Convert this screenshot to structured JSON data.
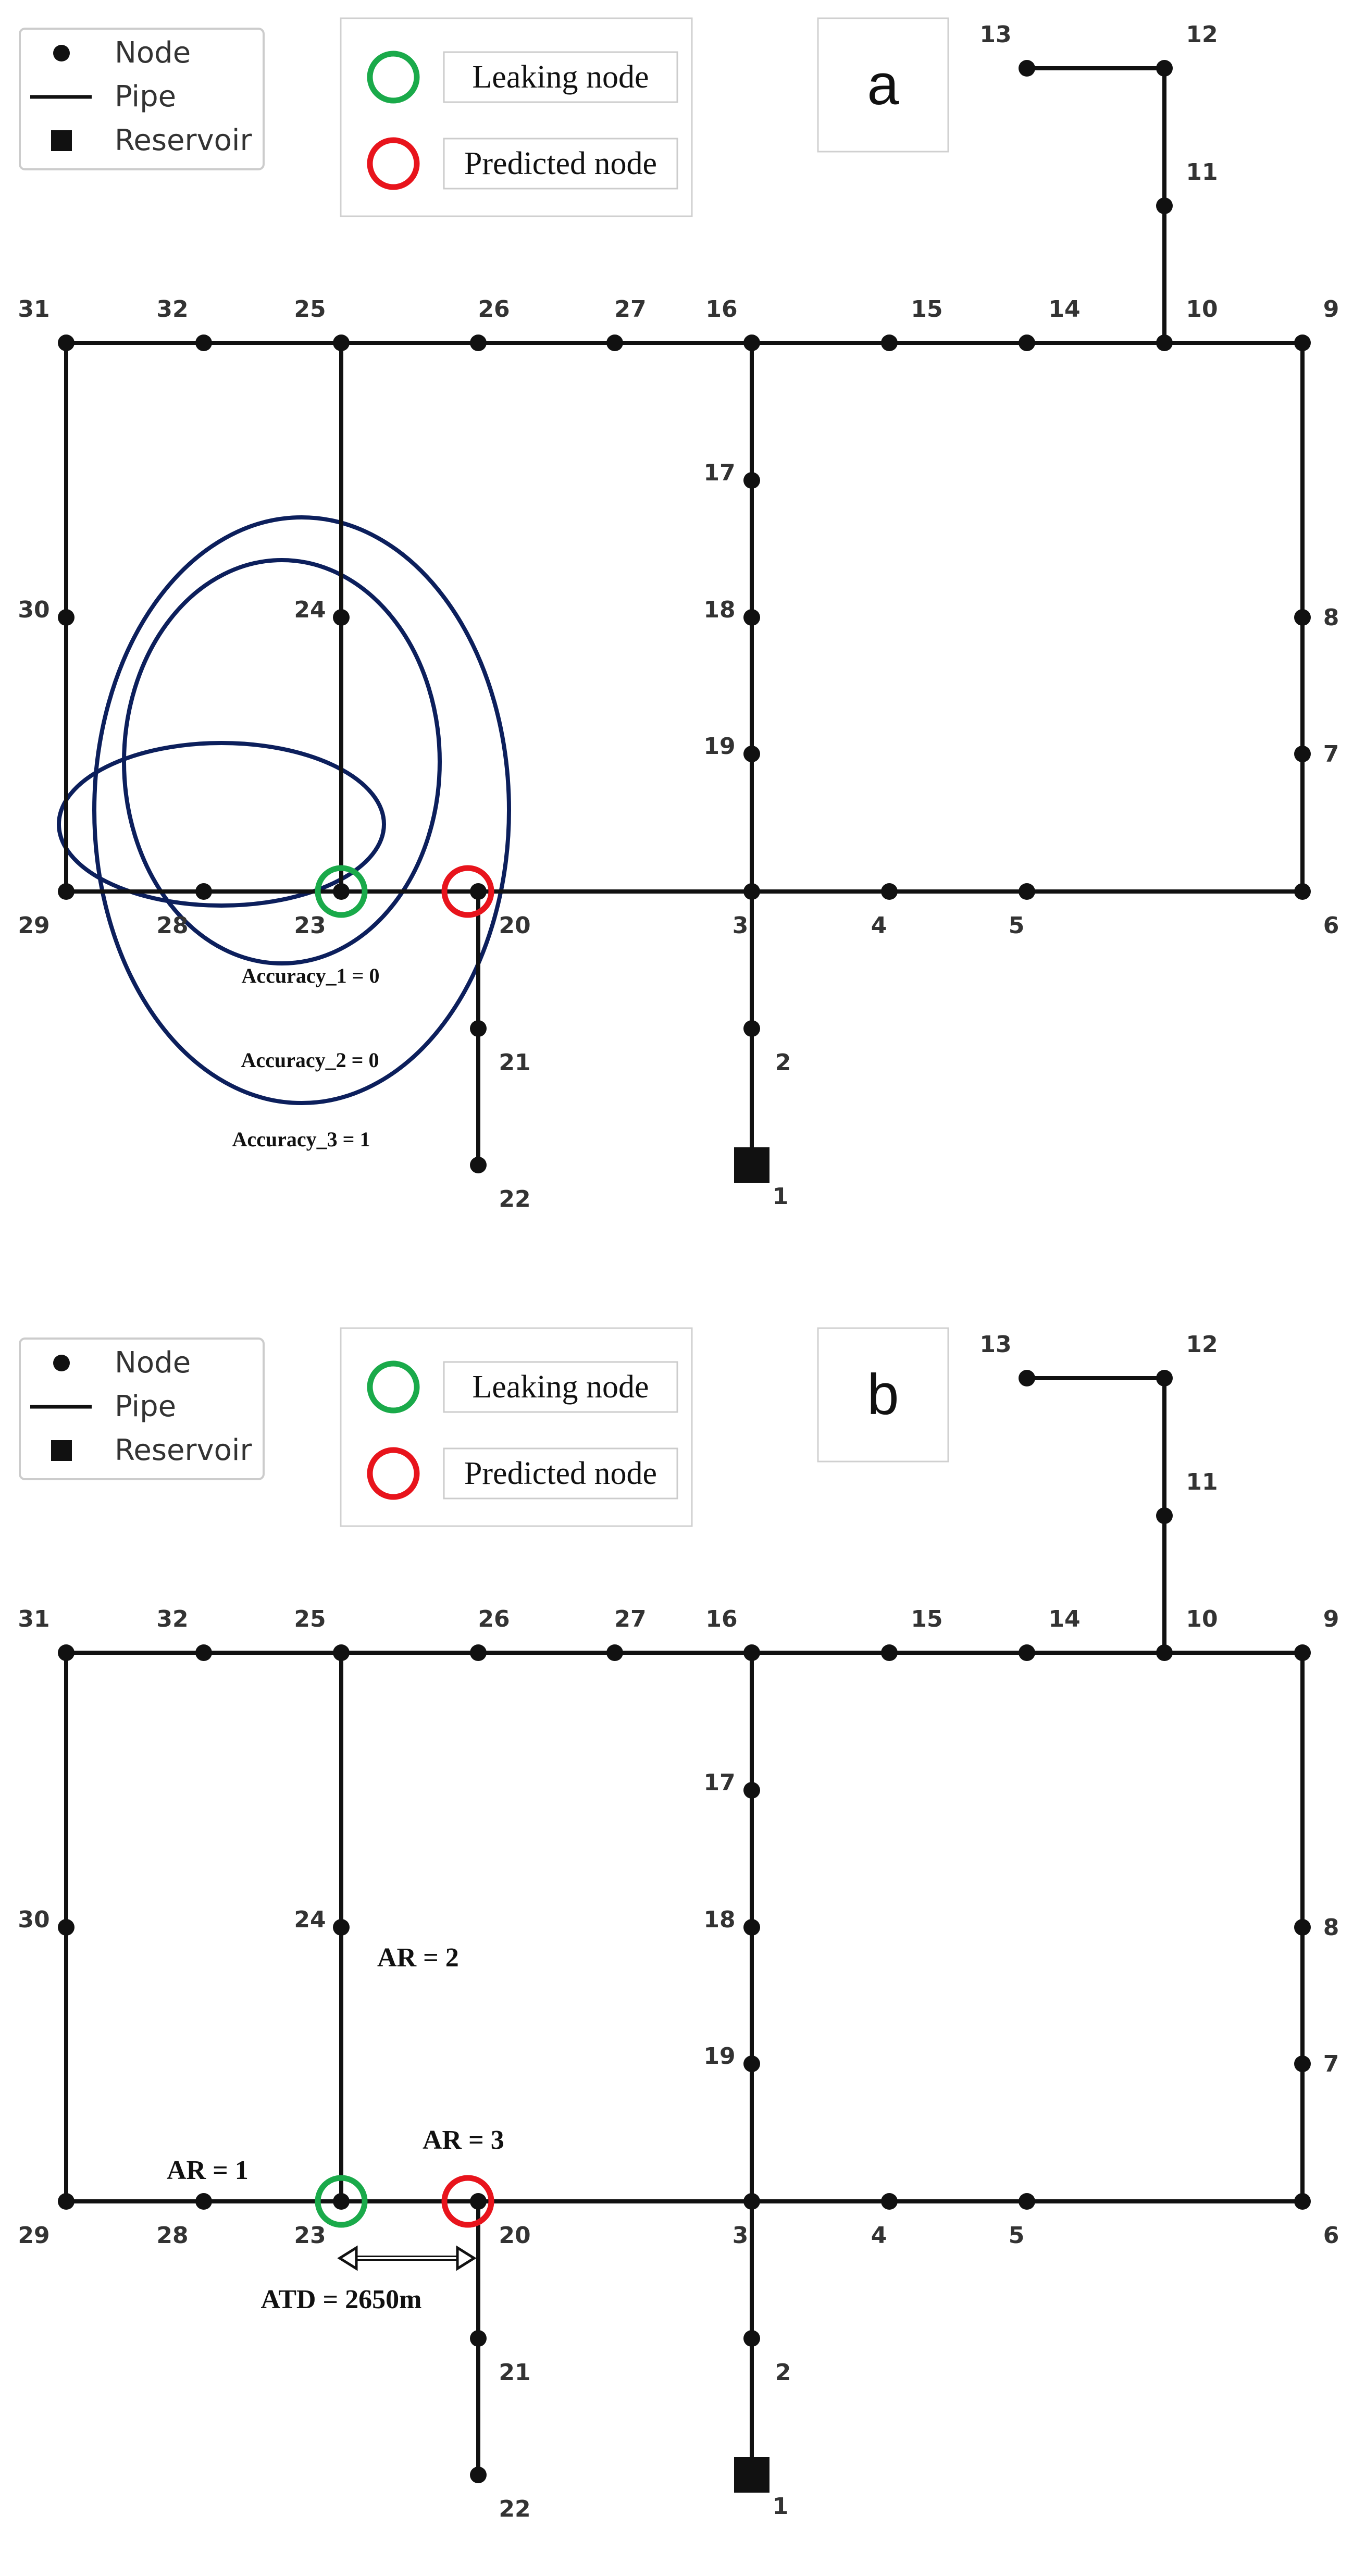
{
  "legend_network": {
    "node": "Node",
    "pipe": "Pipe",
    "reservoir": "Reservoir"
  },
  "legend_markers": {
    "leaking": "Leaking node",
    "predicted": "Predicted node",
    "leaking_color": "#1aaa4a",
    "predicted_color": "#e8141c"
  },
  "colors": {
    "pipe": "#111111",
    "node": "#111111",
    "ellipse": "#0c1f5c",
    "label": "#333333"
  },
  "nodes": [
    "1",
    "2",
    "3",
    "4",
    "5",
    "6",
    "7",
    "8",
    "9",
    "10",
    "11",
    "12",
    "13",
    "14",
    "15",
    "16",
    "17",
    "18",
    "19",
    "20",
    "21",
    "22",
    "23",
    "24",
    "25",
    "26",
    "27",
    "28",
    "29",
    "30",
    "31",
    "32"
  ],
  "pipes": [
    [
      "1",
      "2"
    ],
    [
      "2",
      "3"
    ],
    [
      "3",
      "4"
    ],
    [
      "4",
      "5"
    ],
    [
      "5",
      "6"
    ],
    [
      "6",
      "7"
    ],
    [
      "7",
      "8"
    ],
    [
      "8",
      "9"
    ],
    [
      "9",
      "10"
    ],
    [
      "10",
      "11"
    ],
    [
      "11",
      "12"
    ],
    [
      "12",
      "13"
    ],
    [
      "10",
      "14"
    ],
    [
      "14",
      "15"
    ],
    [
      "15",
      "16"
    ],
    [
      "16",
      "17"
    ],
    [
      "17",
      "18"
    ],
    [
      "18",
      "19"
    ],
    [
      "19",
      "3"
    ],
    [
      "3",
      "20"
    ],
    [
      "20",
      "21"
    ],
    [
      "21",
      "22"
    ],
    [
      "20",
      "23"
    ],
    [
      "23",
      "28"
    ],
    [
      "28",
      "29"
    ],
    [
      "29",
      "30"
    ],
    [
      "30",
      "31"
    ],
    [
      "31",
      "32"
    ],
    [
      "32",
      "25"
    ],
    [
      "25",
      "24"
    ],
    [
      "24",
      "23"
    ],
    [
      "25",
      "26"
    ],
    [
      "26",
      "27"
    ],
    [
      "27",
      "16"
    ]
  ],
  "reservoir_node": "1",
  "leaking_node": "23",
  "predicted_node": "20",
  "panel_a": {
    "label": "a",
    "accuracy_1": "Accuracy_1 = 0",
    "accuracy_2": "Accuracy_2 = 0",
    "accuracy_3": "Accuracy_3 = 1"
  },
  "panel_b": {
    "label": "b",
    "ar1": "AR = 1",
    "ar2": "AR = 2",
    "ar3": "AR = 3",
    "atd": "ATD = 2650m"
  }
}
